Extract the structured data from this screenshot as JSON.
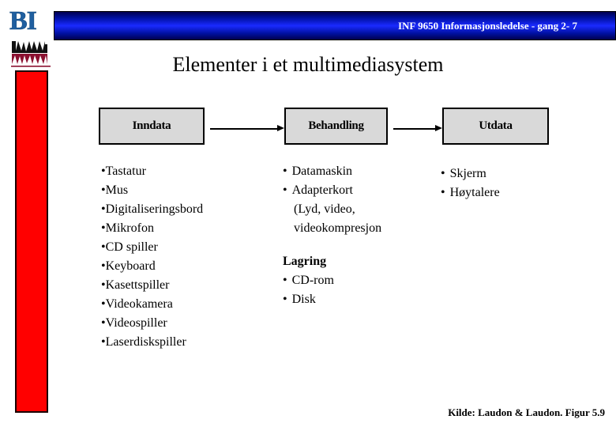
{
  "header": {
    "title": "INF 9650 Informasjonsledelse - gang 2- 7",
    "bar_color": "#1a2aff",
    "logo_text": "BI",
    "logo_color": "#1F5FA0"
  },
  "sidebar": {
    "bar_color": "#FF0000"
  },
  "slide": {
    "title": "Elementer i et multimediasystem"
  },
  "diagram": {
    "boxes": [
      {
        "label": "Inndata"
      },
      {
        "label": "Behandling"
      },
      {
        "label": "Utdata"
      }
    ],
    "box_fill": "#D9D9D9",
    "arrows": [
      {
        "from": "Inndata",
        "to": "Behandling"
      },
      {
        "from": "Behandling",
        "to": "Utdata"
      }
    ]
  },
  "columns": {
    "input": {
      "bullet": "•",
      "items": [
        "Tastatur",
        "Mus",
        "Digitaliseringsbord",
        "Mikrofon",
        "CD spiller",
        "Keyboard",
        "Kasettspiller",
        "Videokamera",
        "Videospiller",
        "Laserdiskspiller"
      ]
    },
    "processing": {
      "bullet": "•",
      "items": [
        "Datamaskin",
        "Adapterkort"
      ],
      "continuation": [
        "(Lyd, video,",
        "videokompresjon"
      ],
      "subsection_heading": "Lagring",
      "subsection_items": [
        "CD-rom",
        "Disk"
      ]
    },
    "output": {
      "bullet": "•",
      "items": [
        "Skjerm",
        "Høytalere"
      ]
    }
  },
  "footer": {
    "source": "Kilde: Laudon & Laudon. Figur 5.9"
  }
}
